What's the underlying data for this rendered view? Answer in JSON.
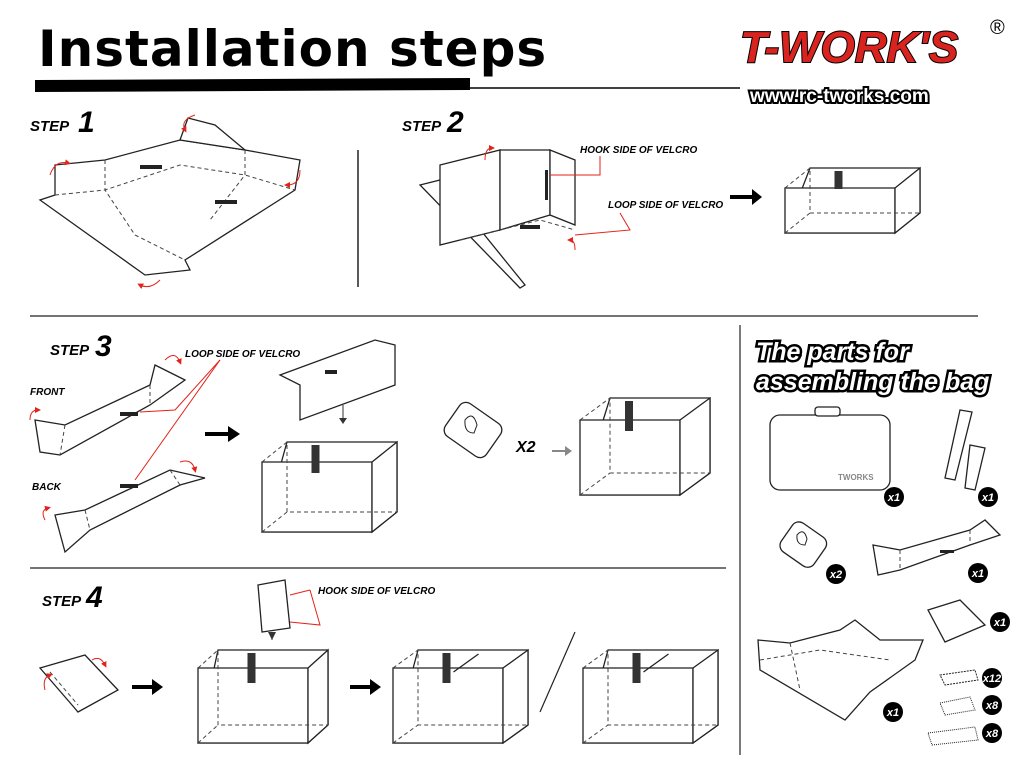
{
  "header": {
    "title": "Installation steps",
    "logo_text": "T-WORK'S",
    "registered_mark": "®",
    "website": "www.rc-tworks.com"
  },
  "steps": [
    {
      "prefix": "STEP",
      "number": "1"
    },
    {
      "prefix": "STEP",
      "number": "2"
    },
    {
      "prefix": "STEP",
      "number": "3"
    },
    {
      "prefix": "STEP",
      "number": "4"
    }
  ],
  "labels": {
    "hook_side": "HOOK SIDE OF VELCRO",
    "loop_side": "LOOP SIDE OF VELCRO",
    "front": "FRONT",
    "back": "BACK",
    "x2": "X2"
  },
  "parts": {
    "title_line1": "The parts for",
    "title_line2": "assembling the bag",
    "quantities": [
      "x1",
      "x1",
      "x2",
      "x1",
      "x1",
      "x1",
      "x12",
      "x8",
      "x8"
    ]
  },
  "colors": {
    "accent": "#e2231a",
    "ink": "#000000"
  }
}
